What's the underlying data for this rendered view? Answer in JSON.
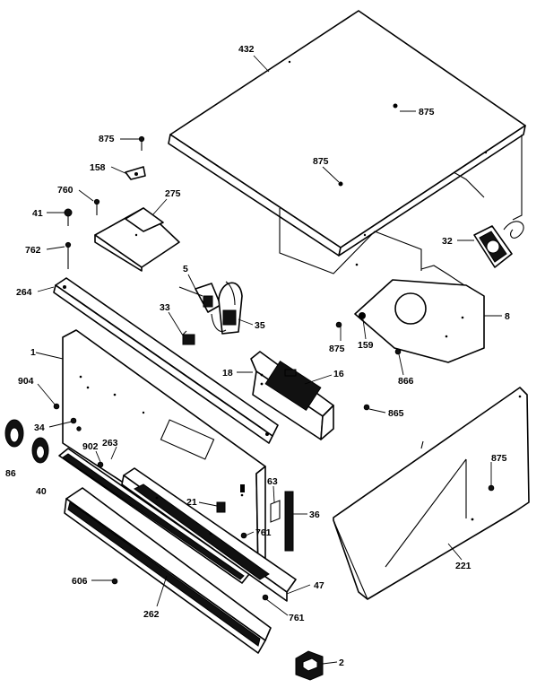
{
  "labels": {
    "p432": "432",
    "p875a": "875",
    "p875b": "875",
    "p875c": "875",
    "p875d": "875",
    "p875e": "875",
    "p158": "158",
    "p275": "275",
    "p760": "760",
    "p41": "41",
    "p762": "762",
    "p264": "264",
    "p5": "5",
    "p33": "33",
    "p35": "35",
    "p32": "32",
    "p8": "8",
    "p159": "159",
    "p866": "866",
    "p1": "1",
    "p18": "18",
    "p16": "16",
    "p904": "904",
    "p34": "34",
    "p865": "865",
    "p86": "86",
    "p902": "902",
    "p263": "263",
    "p40": "40",
    "p21": "21",
    "p63": "63",
    "p36": "36",
    "p761a": "761",
    "p761b": "761",
    "p606": "606",
    "p262": "262",
    "p47": "47",
    "p221": "221",
    "p2": "2"
  }
}
